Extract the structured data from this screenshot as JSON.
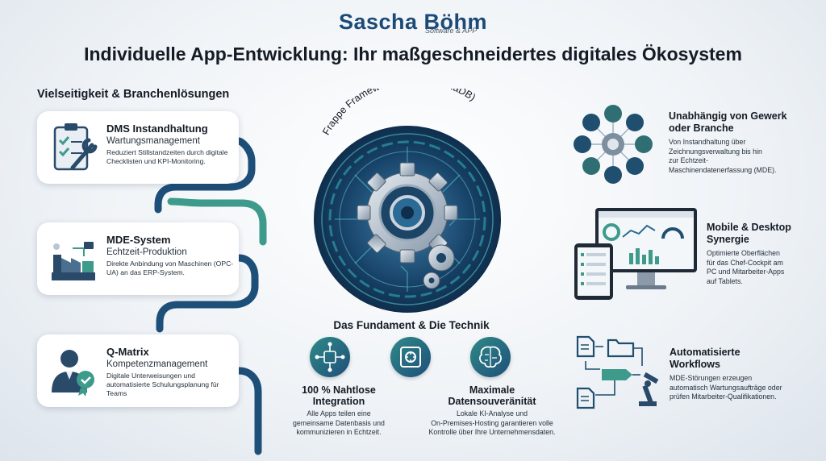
{
  "header": {
    "brand_name": "Sascha Böhm",
    "brand_sub": "Software & APP",
    "title": "Individuelle App-Entwicklung: Ihr maßgeschneidertes digitales Ökosystem"
  },
  "left": {
    "section_title": "Vielseitigkeit & Branchenlösungen",
    "cards": [
      {
        "title": "DMS Instandhaltung",
        "subtitle": "Wartungsmanagement",
        "desc": "Reduziert Stillstandzeiten durch digitale Checklisten und KPI-Monitoring."
      },
      {
        "title": "MDE-System",
        "subtitle": "Echtzeit-Produktion",
        "desc": "Direkte Anbindung von Maschinen (OPC-UA) an das ERP-System."
      },
      {
        "title": "Q-Matrix",
        "subtitle": "Kompetenzmanagement",
        "desc": "Digitale Unterweisungen und automatisierte Schulungsplanung für Teams"
      }
    ]
  },
  "center": {
    "framework_label": "Frappe Framework (Python/MariaDB)",
    "section_title": "Das Fundament & Die Technik",
    "features": [
      {
        "title_l1": "100 % Nahtlose",
        "title_l2": "Integration",
        "desc_l1": "Alle Apps teilen eine",
        "desc_l2": "gemeinsame Datenbasis und",
        "desc_l3": "kommunizieren in Echtzeit."
      },
      {
        "title_l1": "Maximale",
        "title_l2": "Datensouveränität",
        "desc_l1": "Lokale KI-Analyse und",
        "desc_l2": "On-Premises-Hosting garantieren volle",
        "desc_l3": "Kontrolle über Ihre Unternehmensdaten."
      }
    ]
  },
  "right": {
    "blocks": [
      {
        "title_l1": "Unabhängig von Gewerk",
        "title_l2": "oder Branche",
        "desc_l1": "Von Instandhaltung über",
        "desc_l2": "Zeichnungsverwaltung bis hin",
        "desc_l3": "zur Echtzeit-",
        "desc_l4": "Maschinendatenerfassung (MDE)."
      },
      {
        "title_l1": "Mobile & Desktop",
        "title_l2": "Synergie",
        "desc_l1": "Optimierte Oberflächen",
        "desc_l2": "für das Chef-Cockpit am",
        "desc_l3": "PC und Mitarbeiter-Apps",
        "desc_l4": "auf Tablets."
      },
      {
        "title_l1": "Automatisierte",
        "title_l2": "Workflows",
        "desc_l1": "MDE-Störungen erzeugen",
        "desc_l2": "automatisch Wartungsaufträge oder",
        "desc_l3": "prüfen Mitarbeiter-Qualifikationen."
      }
    ]
  },
  "colors": {
    "navy": "#1b4a78",
    "teal": "#2f8a88",
    "path": "#1e4f78",
    "path_teal": "#3e9b8c"
  },
  "icons": [
    "clipboard-wrench-icon",
    "factory-icon",
    "employee-badge-icon",
    "gear-core-icon",
    "network-icon",
    "safe-icon",
    "brain-icon",
    "hub-icon",
    "devices-icon",
    "workflow-icon"
  ]
}
